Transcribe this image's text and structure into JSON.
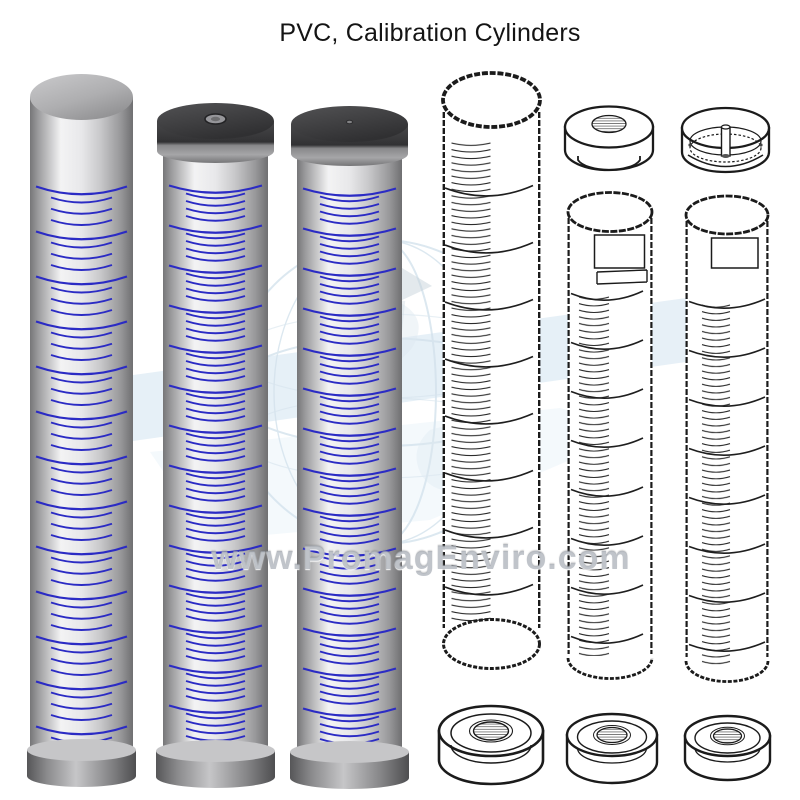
{
  "page": {
    "title": "PVC, Calibration Cylinders",
    "background_color": "#ffffff"
  },
  "watermark": {
    "url_text": "www.PromagEnviro.com",
    "text_color": "#989ea8",
    "globe_color": "#a9c6da",
    "swoosh_color": "#cfe2f0"
  },
  "palette": {
    "graduation_blue": "#2b2bc4",
    "metal_highlight": "#f3f3f4",
    "metal_shadow": "#737375",
    "cap_dark_gray": "#39393b",
    "sketch_line_black": "#1b1b1b"
  },
  "figures": {
    "rendered_cylinders": [
      {
        "name": "pvc-cylinder-solid-top"
      },
      {
        "name": "pvc-cylinder-capped-vent-hole"
      },
      {
        "name": "pvc-cylinder-capped-pin-hole"
      }
    ],
    "sketches": [
      {
        "name": "open-top-cylinder-drawing"
      },
      {
        "name": "top-cap-vent-drawing"
      },
      {
        "name": "top-cap-center-pin-drawing"
      },
      {
        "name": "labeled-cylinder-drawing-1"
      },
      {
        "name": "labeled-cylinder-drawing-2"
      },
      {
        "name": "base-cap-drawing-large"
      },
      {
        "name": "base-cap-drawing-medium"
      },
      {
        "name": "base-cap-drawing-small"
      }
    ]
  }
}
